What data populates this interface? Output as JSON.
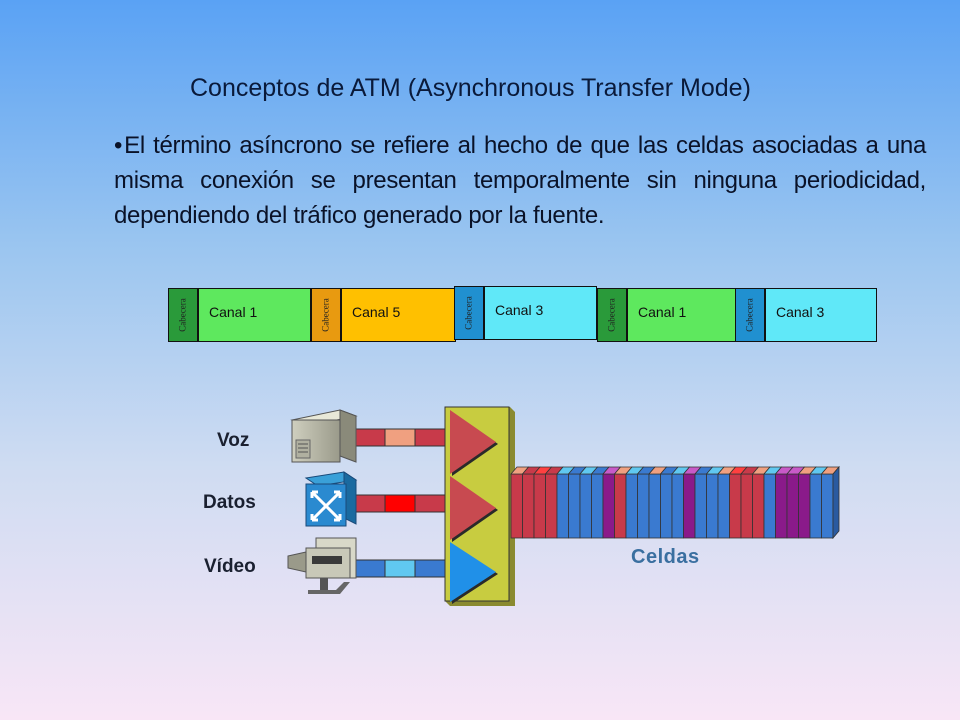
{
  "slide": {
    "title": "Conceptos de ATM (Asynchronous Transfer Mode)",
    "bullet_marker": "•",
    "bullet_text": "El término asíncrono se refiere al hecho de que las celdas asociadas a una misma conexión se presentan temporalmente sin ninguna periodicidad, dependiendo del tráfico generado por la fuente."
  },
  "cell_stream": {
    "cells": [
      {
        "header": "Cabecera",
        "payload": "Canal 1",
        "header_color": "#2a9a3a",
        "payload_color": "#5ee85e"
      },
      {
        "header": "Cabecera",
        "payload": "Canal 5",
        "header_color": "#e89a10",
        "payload_color": "#ffc000"
      },
      {
        "header": "Cabecera",
        "payload": "Canal 3",
        "header_color": "#2090d0",
        "payload_color": "#60e8f8"
      },
      {
        "header": "Cabecera",
        "payload": "Canal 1",
        "header_color": "#2a9a3a",
        "payload_color": "#5ee85e"
      },
      {
        "header": "Cabecera",
        "payload": "Canal 3",
        "header_color": "#2090d0",
        "payload_color": "#60e8f8"
      }
    ]
  },
  "sources": [
    {
      "label": "Voz",
      "icon": "telephone-icon",
      "link_color": "#f0a080"
    },
    {
      "label": "Datos",
      "icon": "switch-icon",
      "link_color": "#ff0000"
    },
    {
      "label": "Vídeo",
      "icon": "video-camera-icon",
      "link_color": "#60c8f0"
    }
  ],
  "multiplexer": {
    "icon": "multiplexer-icon",
    "color": "#c8cc40"
  },
  "output": {
    "label": "Celdas"
  }
}
